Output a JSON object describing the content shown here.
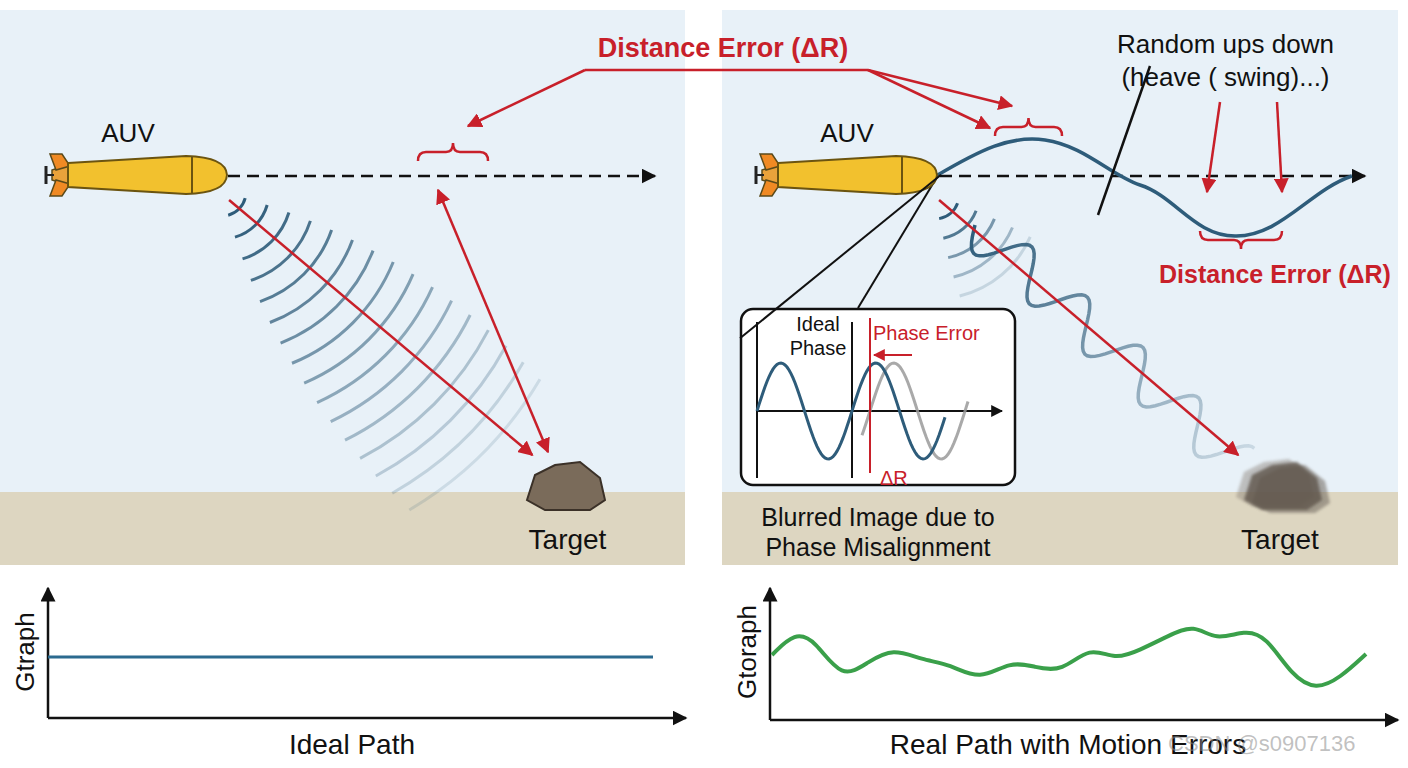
{
  "diagram": {
    "nodes": [
      {
        "text": [
          "AUV"
        ]
      },
      {
        "text": [
          "Target"
        ]
      },
      {
        "text": [
          "AUV"
        ]
      },
      {
        "text": [
          "Ideal Phase",
          "Phase Error",
          "ΔR",
          "Blurred Image due to Phase Misalignment"
        ]
      },
      {
        "text": [
          "Target"
        ]
      }
    ],
    "edges": [
      {
        "from": 0,
        "to": 1,
        "arrow": "to"
      },
      {
        "from": 2,
        "to": 3,
        "arrow": "none"
      },
      {
        "from": 2,
        "to": 4,
        "arrow": "to"
      }
    ],
    "labels": [
      "Distance Error (ΔR)",
      "Random ups down (heave ( swing)...)",
      "Distance Error (ΔR)",
      "Gtraph",
      "Ideal Path",
      "Gtoraph",
      "Real Path with Motion Errors",
      "CSDN @s0907136"
    ]
  }
}
